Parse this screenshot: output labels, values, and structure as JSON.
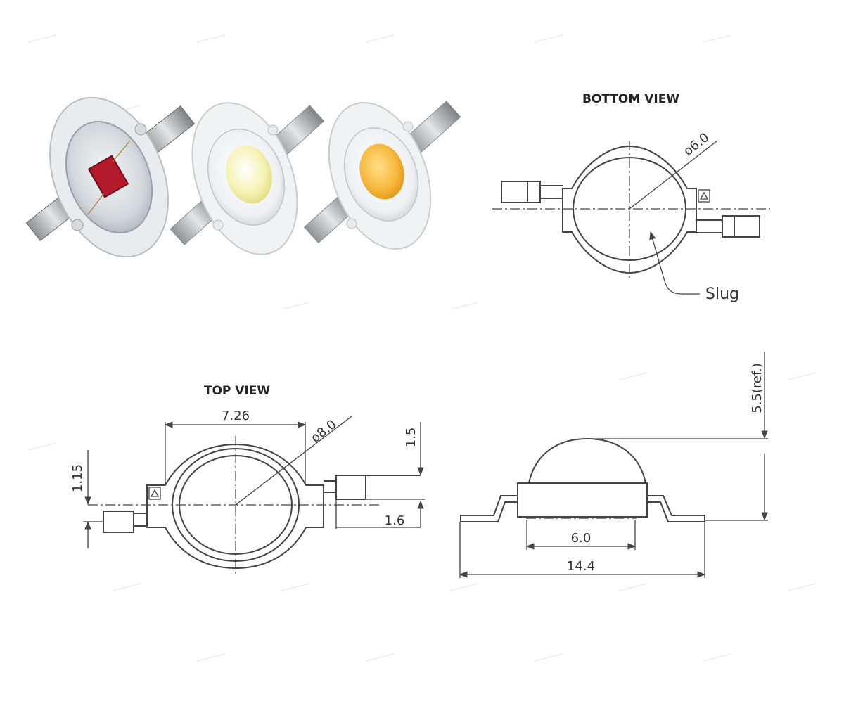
{
  "photos": [
    {
      "label": "red-led",
      "dome_color": "#dfe3e6",
      "chip_color": "#b31b2c"
    },
    {
      "label": "white-led",
      "dome_color": "#f1f3f5",
      "chip_color": "#f6f2b2"
    },
    {
      "label": "warm-white-led",
      "dome_color": "#f1f3f5",
      "chip_color": "#f6b83a"
    }
  ],
  "bottom_view": {
    "title": "BOTTOM VIEW",
    "dia_label": "ø6.0",
    "slug_label": "Slug"
  },
  "top_view": {
    "title": "TOP VIEW",
    "width_label": "7.26",
    "dia_label": "ø8.0",
    "lead_height_label": "1.15",
    "right_top_label": "1.5",
    "right_bottom_label": "1.6"
  },
  "side_view": {
    "height_label": "5.5(ref.)",
    "base_label": "6.0",
    "total_label": "14.4"
  }
}
